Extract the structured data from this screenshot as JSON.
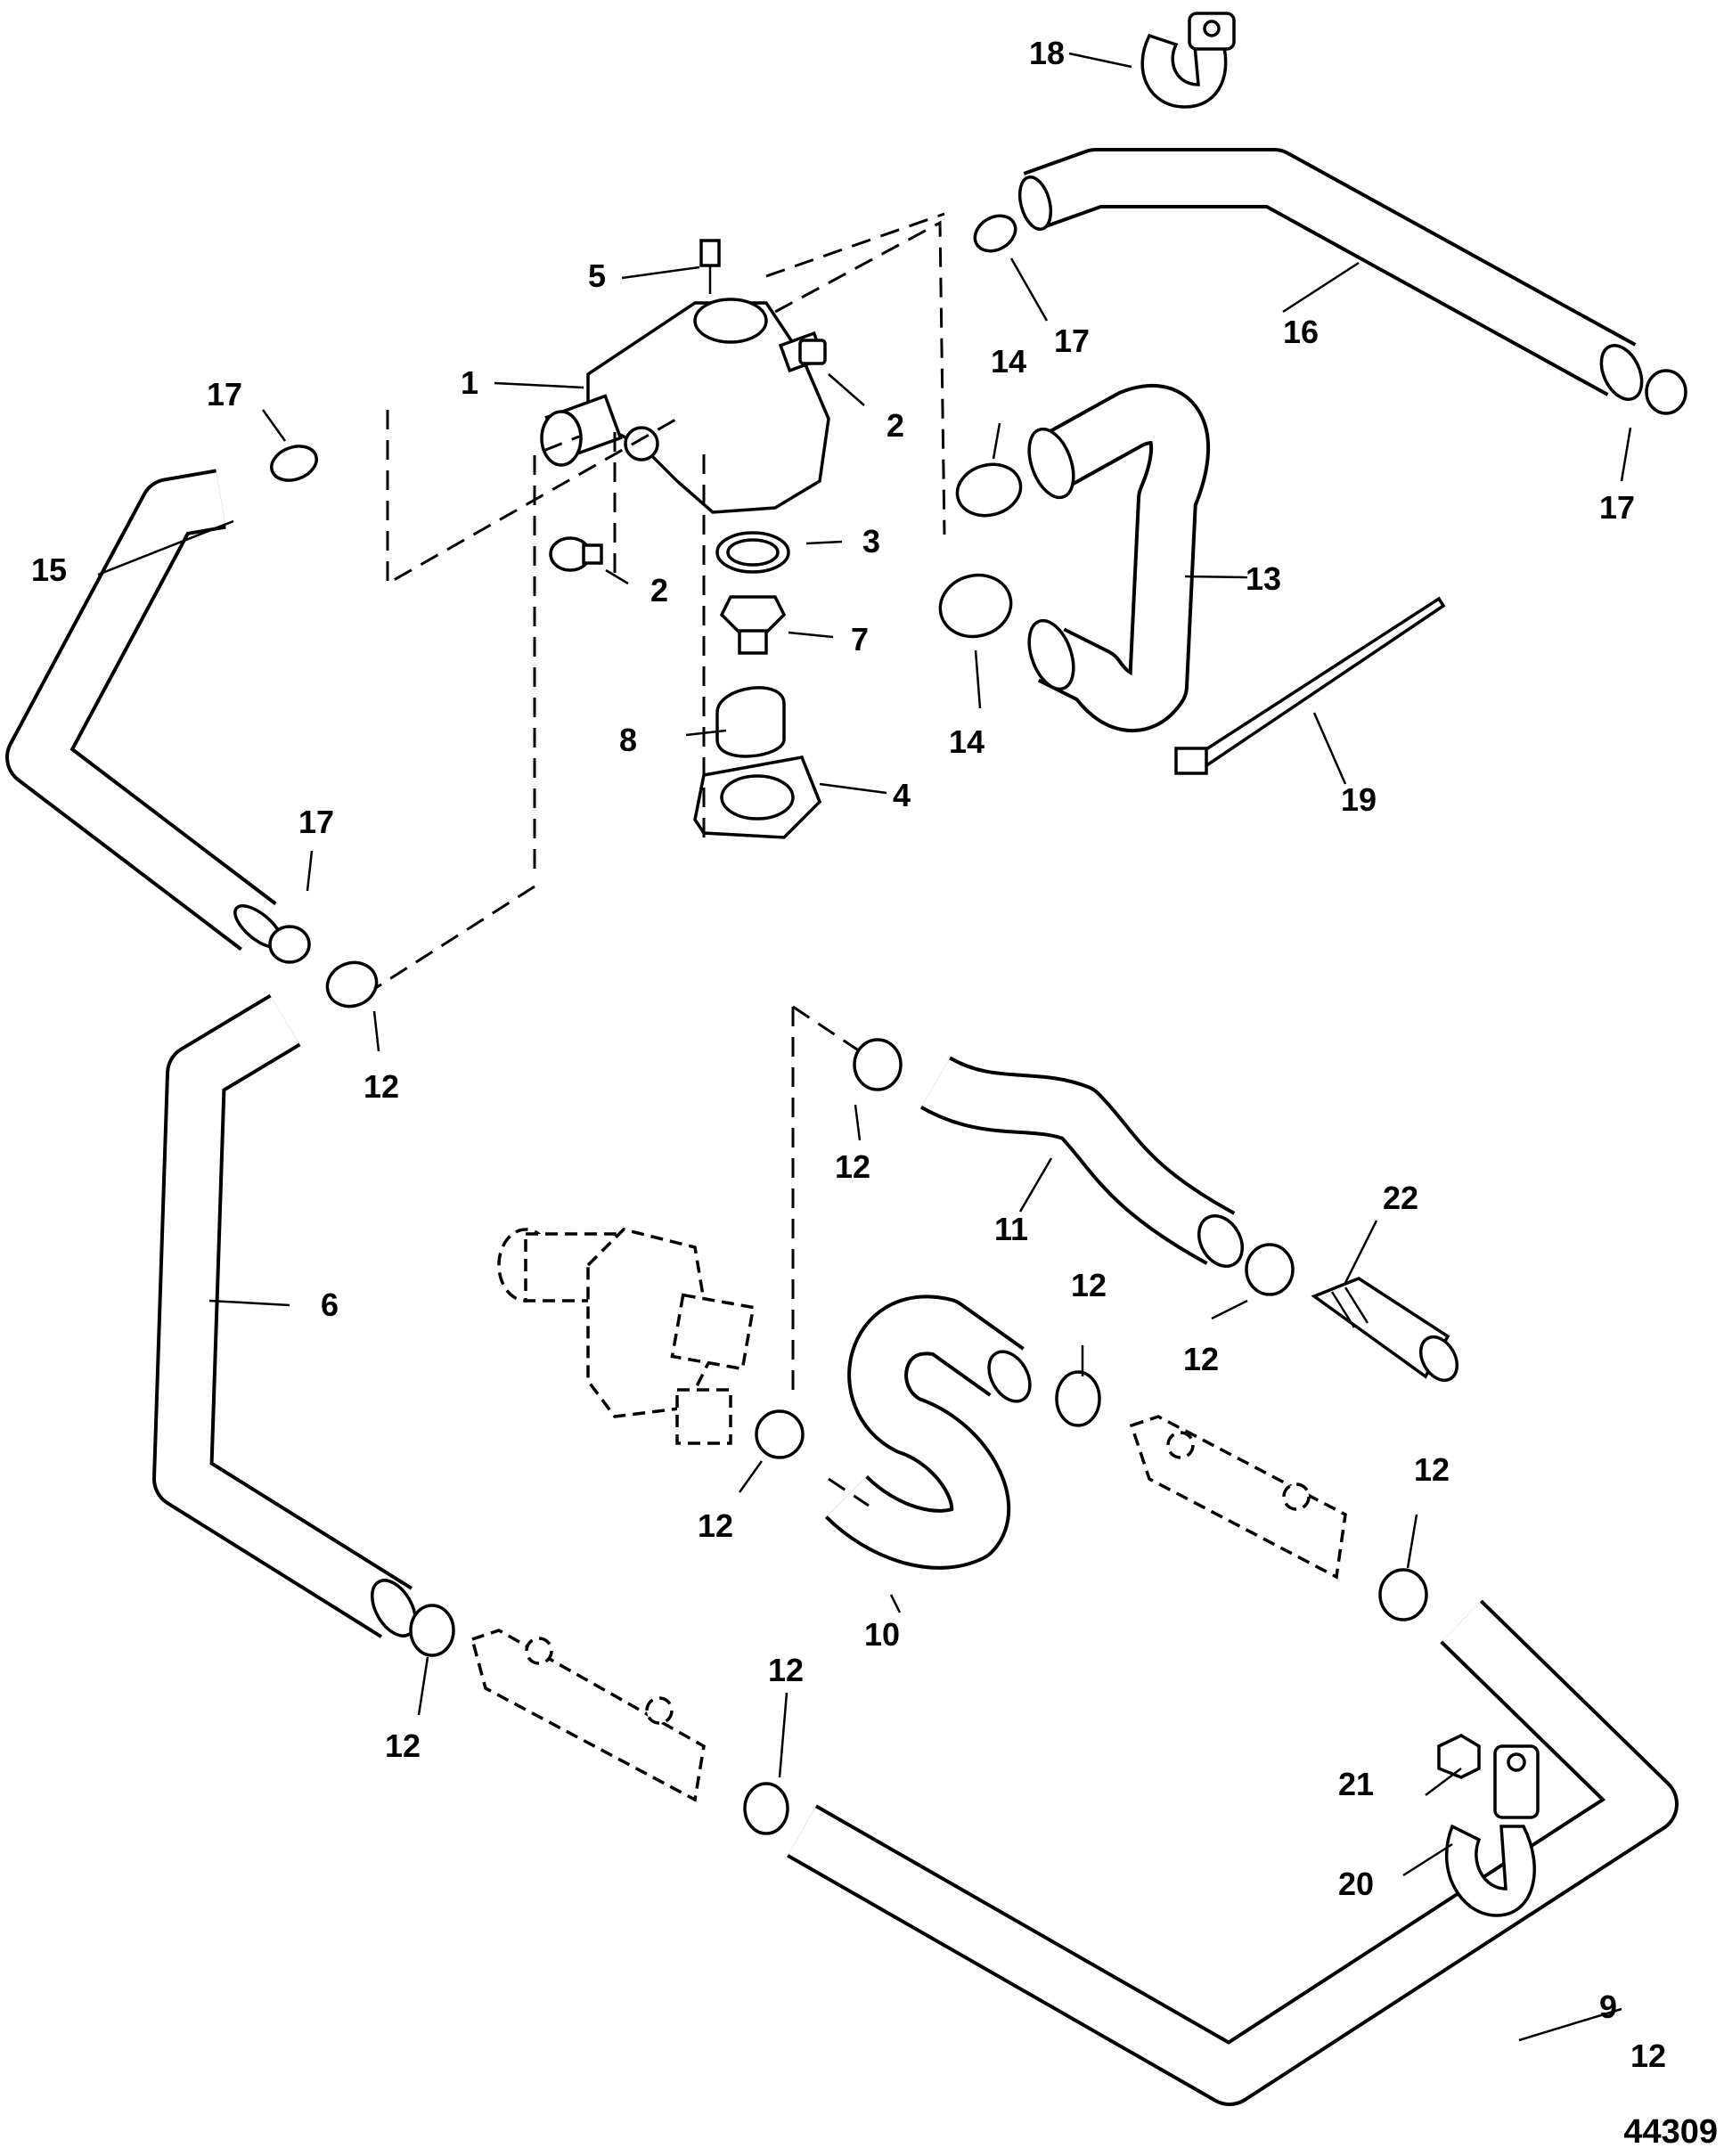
{
  "figure_number": "44309",
  "callouts": [
    "1",
    "2",
    "2",
    "3",
    "4",
    "5",
    "6",
    "7",
    "8",
    "9",
    "10",
    "11",
    "12",
    "12",
    "12",
    "12",
    "12",
    "12",
    "12",
    "12",
    "12",
    "13",
    "14",
    "14",
    "15",
    "16",
    "17",
    "17",
    "17",
    "17",
    "18",
    "19",
    "20",
    "21",
    "22"
  ]
}
